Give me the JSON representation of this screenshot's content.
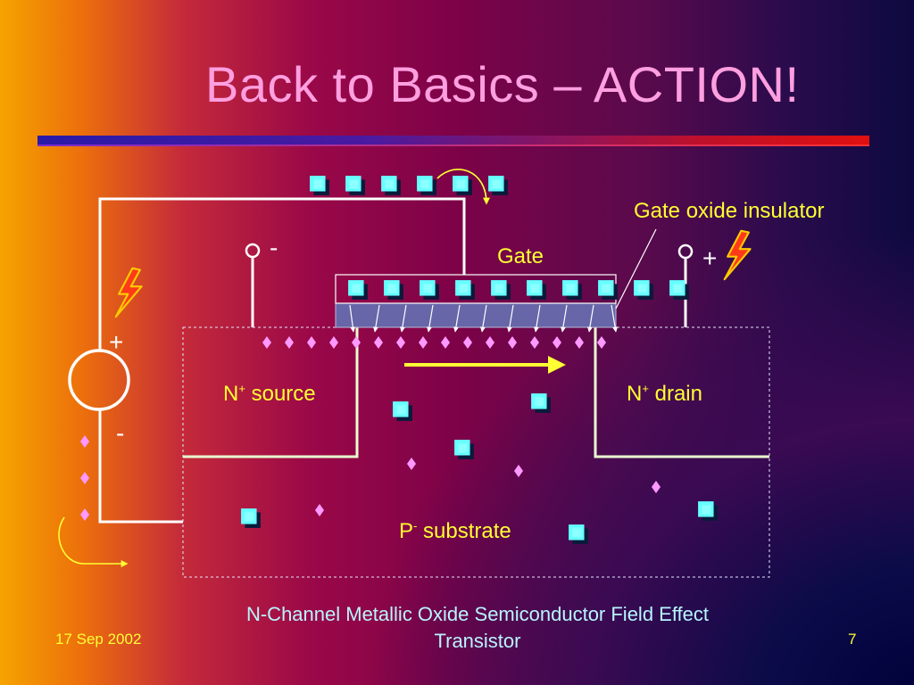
{
  "slide": {
    "title": "Back to Basics – ACTION!",
    "caption": "N-Channel Metallic Oxide Semiconductor Field Effect Transistor",
    "date": "17 Sep 2002",
    "page_number": "7"
  },
  "diagram": {
    "gate_oxide_label": "Gate oxide insulator",
    "gate_label": "Gate",
    "source_label_prefix": "N",
    "source_label_sup": "+",
    "source_label_suffix": " source",
    "drain_label_prefix": "N",
    "drain_label_sup": "+",
    "drain_label_suffix": " drain",
    "substrate_label_prefix": "P",
    "substrate_label_sup": "-",
    "substrate_label_suffix": " substrate",
    "source_terminal_sign": "-",
    "drain_terminal_sign": "+",
    "battery_positive_sign": "+",
    "battery_negative_sign": "-",
    "colors": {
      "title": "#ff9fe0",
      "labels": "#ffff33",
      "carriers": "#66ffff",
      "electrons": "#ff99ff",
      "wires": "#ffffff",
      "oxide_layer": "#6666a8",
      "caption": "#b8f4ff"
    },
    "icons": [
      "hole-carrier-icon",
      "electron-icon",
      "lightning-bolt-icon",
      "voltage-source-icon",
      "current-flow-arrow-icon"
    ]
  }
}
